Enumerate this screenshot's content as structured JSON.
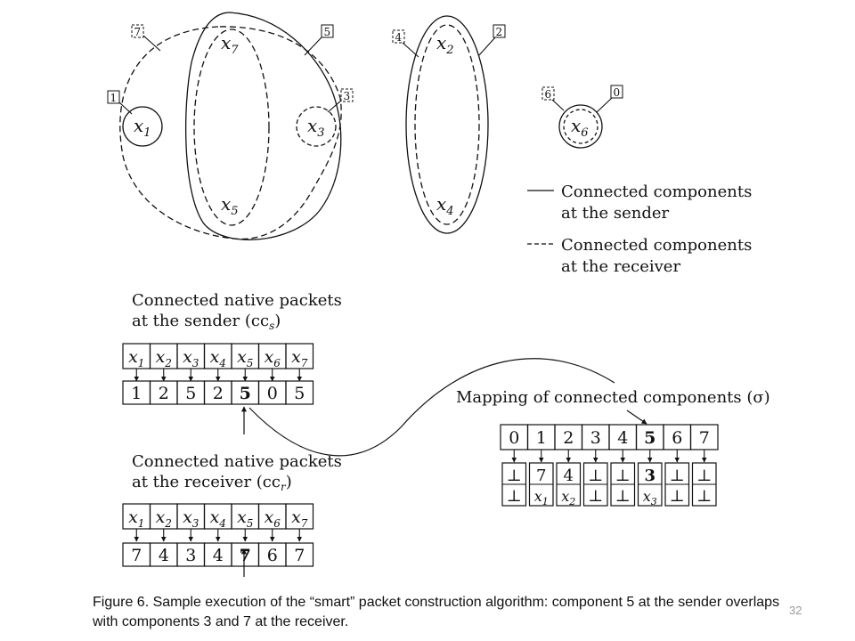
{
  "nodes": {
    "x1": {
      "label": "x",
      "sub": "1"
    },
    "x7": {
      "label": "x",
      "sub": "7"
    },
    "x3": {
      "label": "x",
      "sub": "3"
    },
    "x5": {
      "label": "x",
      "sub": "5"
    },
    "x2": {
      "label": "x",
      "sub": "2"
    },
    "x4": {
      "label": "x",
      "sub": "4"
    },
    "x6": {
      "label": "x",
      "sub": "6"
    }
  },
  "tags": {
    "t7": "7",
    "t5": "5",
    "t1": "1",
    "t3": "3",
    "t4": "4",
    "t2": "2",
    "t6": "6",
    "t0": "0"
  },
  "legend": {
    "sender_line1": "Connected components",
    "sender_line2": "at the sender",
    "receiver_line1": "Connected components",
    "receiver_line2": "at the receiver"
  },
  "sender": {
    "title_line1": "Connected native packets",
    "title_line2": "at the sender (cc",
    "title_sub": "s",
    "title_close": ")",
    "packets": [
      {
        "label": "x",
        "sub": "1"
      },
      {
        "label": "x",
        "sub": "2"
      },
      {
        "label": "x",
        "sub": "3"
      },
      {
        "label": "x",
        "sub": "4"
      },
      {
        "label": "x",
        "sub": "5"
      },
      {
        "label": "x",
        "sub": "6"
      },
      {
        "label": "x",
        "sub": "7"
      }
    ],
    "components": [
      "1",
      "2",
      "5",
      "2",
      "5",
      "0",
      "5"
    ]
  },
  "receiver": {
    "title_line1": "Connected native packets",
    "title_line2": "at the receiver (cc",
    "title_sub": "r",
    "title_close": ")",
    "packets": [
      {
        "label": "x",
        "sub": "1"
      },
      {
        "label": "x",
        "sub": "2"
      },
      {
        "label": "x",
        "sub": "3"
      },
      {
        "label": "x",
        "sub": "4"
      },
      {
        "label": "x",
        "sub": "5"
      },
      {
        "label": "x",
        "sub": "6"
      },
      {
        "label": "x",
        "sub": "7"
      }
    ],
    "components": [
      "7",
      "4",
      "3",
      "4",
      "7",
      "6",
      "7"
    ]
  },
  "mapping": {
    "title": "Mapping of connected components (σ)",
    "indices": [
      "0",
      "1",
      "2",
      "3",
      "4",
      "5",
      "6",
      "7"
    ],
    "top": [
      "⊥",
      "7",
      "4",
      "⊥",
      "⊥",
      "3",
      "⊥",
      "⊥"
    ],
    "bottom": [
      {
        "label": "⊥",
        "sub": ""
      },
      {
        "label": "x",
        "sub": "1"
      },
      {
        "label": "x",
        "sub": "2"
      },
      {
        "label": "⊥",
        "sub": ""
      },
      {
        "label": "⊥",
        "sub": ""
      },
      {
        "label": "x",
        "sub": "3"
      },
      {
        "label": "⊥",
        "sub": ""
      },
      {
        "label": "⊥",
        "sub": ""
      }
    ]
  },
  "caption": "Figure 6. Sample execution of the “smart” packet construction algorithm: component 5 at the sender overlaps with components 3 and 7 at the receiver.",
  "page_number": "32"
}
